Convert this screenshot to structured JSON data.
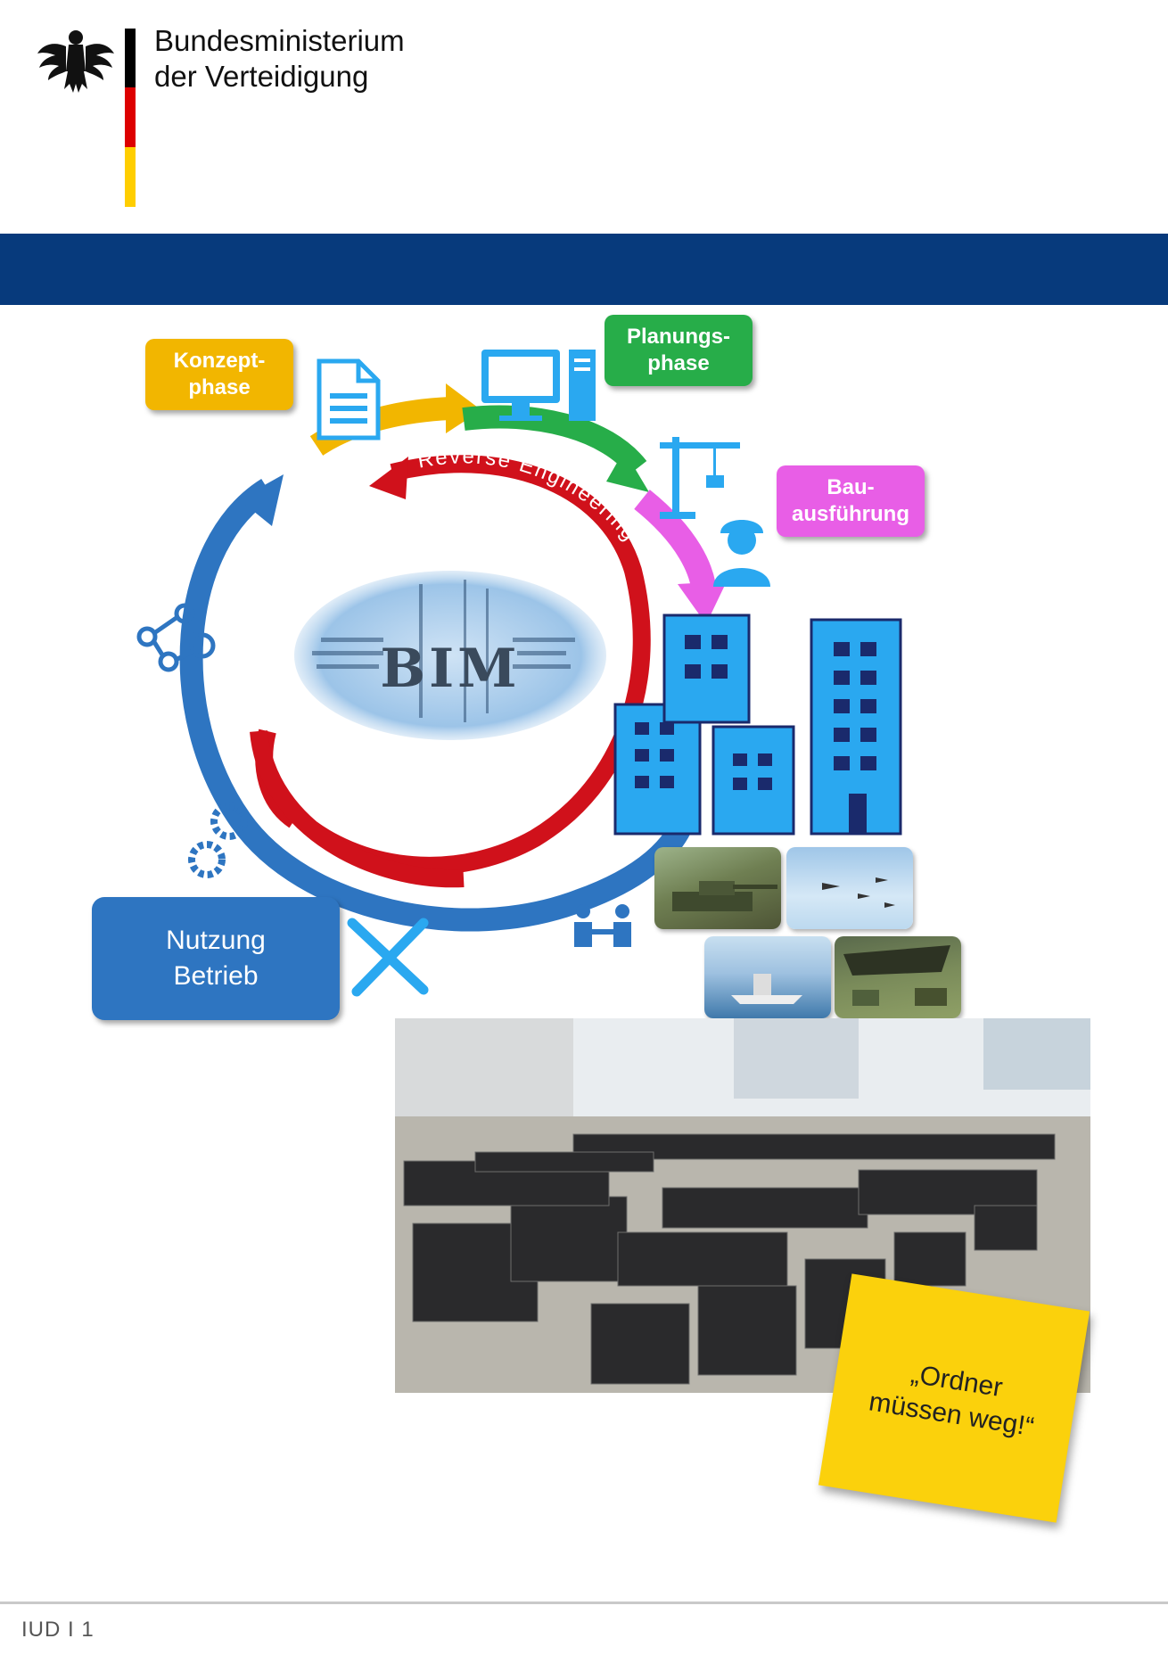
{
  "header": {
    "ministry_line1": "Bundesministerium",
    "ministry_line2": "der Verteidigung",
    "logo_icon": "federal-eagle-icon",
    "flag_colors": [
      "#000000",
      "#dd0000",
      "#ffce00"
    ],
    "bar_color": "#073a7c"
  },
  "diagram": {
    "phases": {
      "konzept": "Konzept-\nphase",
      "planung": "Planungs-\nphase",
      "bau": "Bau-\nausführung",
      "nutzung": "Nutzung\nBetrieb"
    },
    "reverse_engineering": "Reverse Engineering",
    "center": "BIM",
    "colors": {
      "konzept": "#f2b600",
      "planung": "#27ad49",
      "bau": "#e85ee6",
      "nutzung": "#2e75c1",
      "reverse": "#d0111b",
      "buildings": "#2aa8f0"
    },
    "icons": [
      "document-icon",
      "computer-icon",
      "crane-icon",
      "worker-icon",
      "buildings-icon",
      "network-icon",
      "gears-icon",
      "tools-icon",
      "team-icon"
    ]
  },
  "note": {
    "text": "„Ordner\nmüssen weg!“"
  },
  "footer": {
    "label": "IUD I 1"
  }
}
